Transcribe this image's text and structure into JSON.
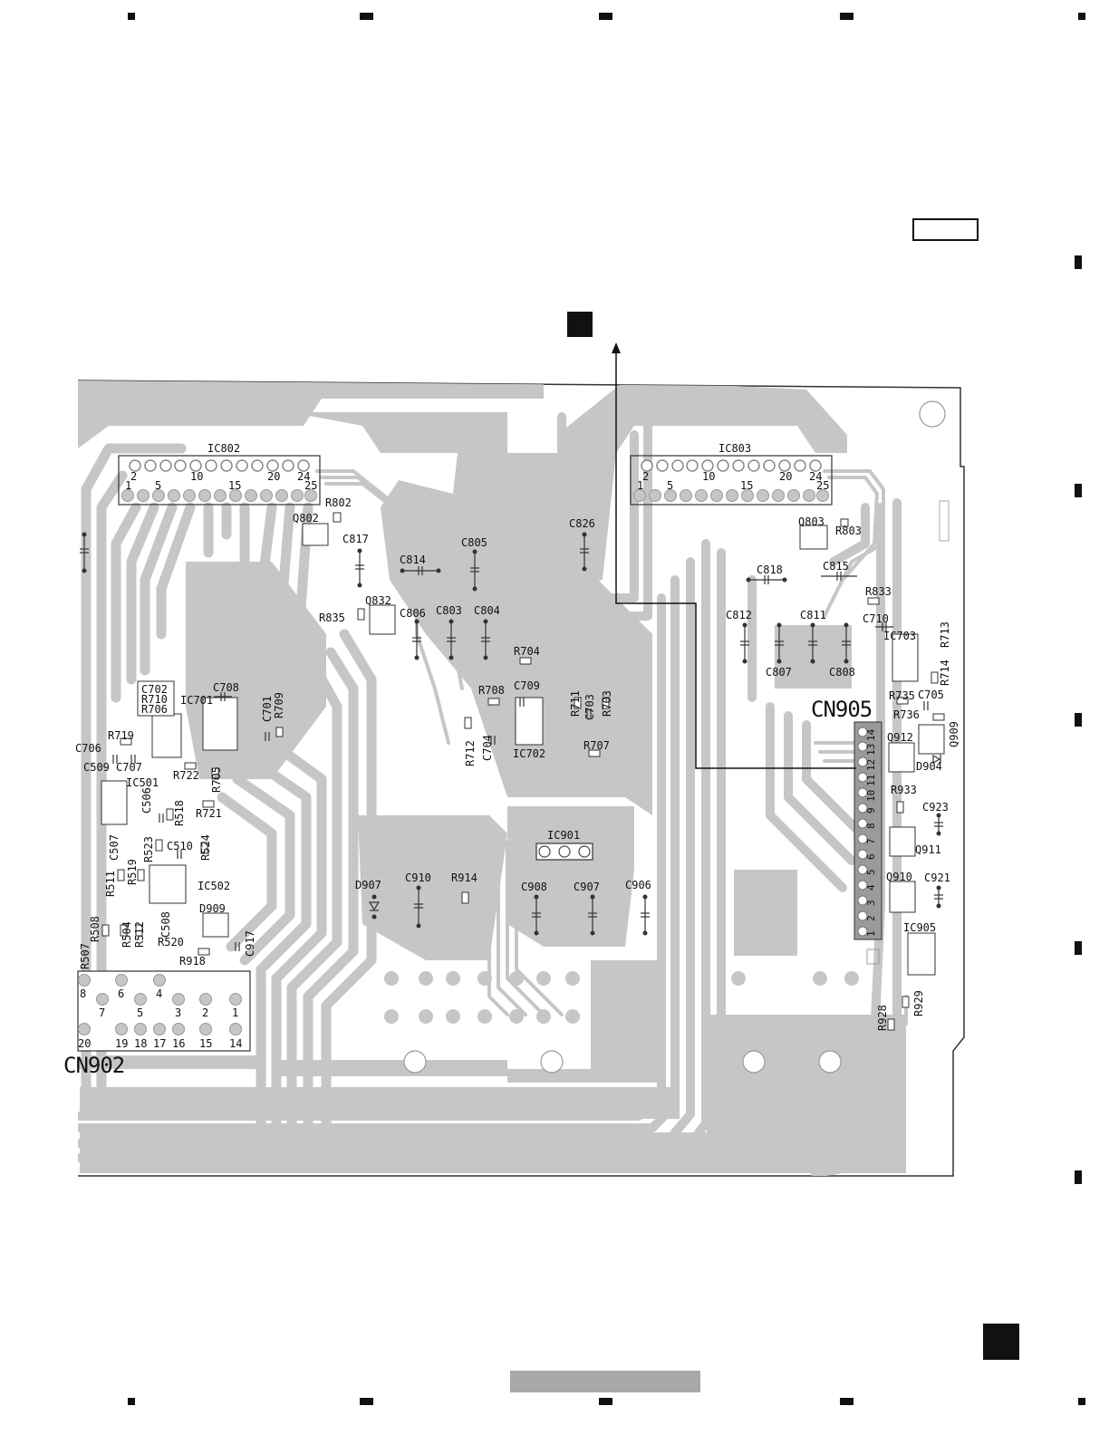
{
  "ic_labels": {
    "ic802": "IC802",
    "ic803": "IC803",
    "ic701": "IC701",
    "ic702": "IC702",
    "ic501": "IC501",
    "ic502": "IC502",
    "ic703": "IC703",
    "ic901": "IC901",
    "ic905": "IC905"
  },
  "connectors": {
    "cn905": "CN905",
    "cn902": "CN902"
  },
  "header_pins": {
    "top_row": [
      "2",
      "10",
      "20",
      "24"
    ],
    "bottom_row": [
      "1",
      "5",
      "15",
      "25"
    ]
  },
  "cn902_pins": {
    "row1": [
      "8",
      "4"
    ],
    "row2": [
      "7",
      "5"
    ],
    "row3": [
      "6",
      "3",
      "2",
      "1"
    ],
    "row4": [
      "20",
      "19",
      "18",
      "17",
      "16",
      "15",
      "14"
    ]
  },
  "cn905_pins": [
    "14",
    "13",
    "12",
    "11",
    "10",
    "9",
    "8",
    "7",
    "6",
    "5",
    "4",
    "3",
    "2",
    "1"
  ],
  "components": {
    "r802": "R802",
    "q802": "Q802",
    "c817": "C817",
    "c814": "C814",
    "c805": "C805",
    "c826": "C826",
    "q803": "Q803",
    "r803": "R803",
    "c818": "C818",
    "c815": "C815",
    "r833": "R833",
    "q832": "Q832",
    "r835": "R835",
    "c806": "C806",
    "c803": "C803",
    "c804": "C804",
    "c812": "C812",
    "c811": "C811",
    "c710": "C710",
    "r713": "R713",
    "c807": "C807",
    "c808": "C808",
    "r714": "R714",
    "r704": "R704",
    "r708": "R708",
    "c709": "C709",
    "r711": "R711",
    "c703": "C703",
    "r703": "R703",
    "r712": "R712",
    "c704": "C704",
    "r707": "R707",
    "c702": "C702",
    "r710": "R710",
    "r706": "R706",
    "c708": "C708",
    "c701": "C701",
    "r709": "R709",
    "r719": "R719",
    "c706": "C706",
    "c509": "C509",
    "c707": "C707",
    "r722": "R722",
    "r705": "R705",
    "r721": "R721",
    "c506": "C506",
    "r518": "R518",
    "c507": "C507",
    "r523": "R523",
    "c510": "C510",
    "r524": "R524",
    "r511": "R511",
    "r519": "R519",
    "d909": "D909",
    "r508": "R508",
    "r504": "R504",
    "r512": "R512",
    "c508": "C508",
    "r520": "R520",
    "c917": "C917",
    "r507": "R507",
    "r918": "R918",
    "d907": "D907",
    "c910": "C910",
    "r914": "R914",
    "c908": "C908",
    "c907": "C907",
    "c906": "C906",
    "r735": "R735",
    "c705": "C705",
    "r736": "R736",
    "q912": "Q912",
    "q909": "Q909",
    "d904": "D904",
    "r933": "R933",
    "c923": "C923",
    "q911": "Q911",
    "q910": "Q910",
    "c921": "C921",
    "r928": "R928",
    "r929": "R929"
  },
  "colors": {
    "copper": "#c6c6c6",
    "ink": "#111111",
    "paper": "#ffffff",
    "pad": "#a9a9a9"
  }
}
